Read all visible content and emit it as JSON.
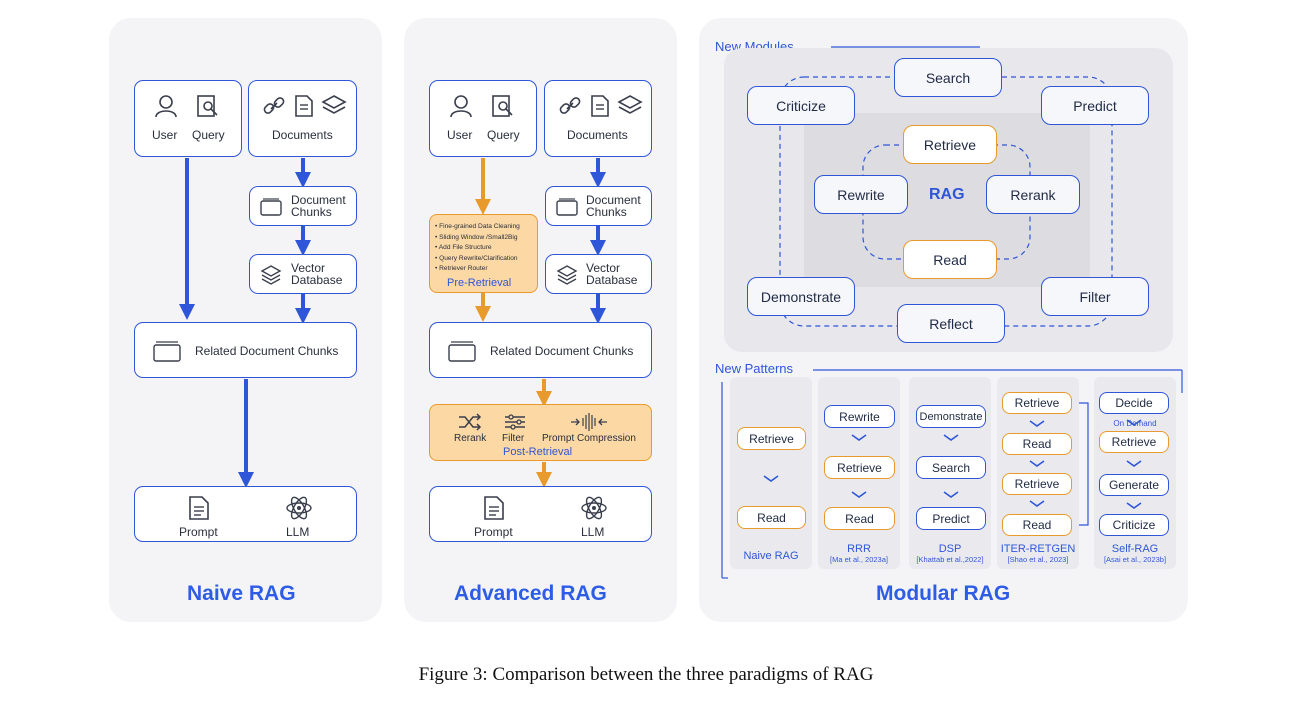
{
  "naive": {
    "user": "User",
    "query": "Query",
    "documents": "Documents",
    "doc_chunks": "Document\nChunks",
    "vector_db": "Vector\nDatabase",
    "related": "Related Document Chunks",
    "prompt": "Prompt",
    "llm": "LLM",
    "title": "Naive RAG"
  },
  "advanced": {
    "user": "User",
    "query": "Query",
    "documents": "Documents",
    "doc_chunks": "Document\nChunks",
    "vector_db": "Vector\nDatabase",
    "pre_items": [
      "Fine-grained Data Cleaning",
      "Sliding Window /Small2Big",
      "Add File Structure",
      "Query Rewrite/Clarification",
      "Retriever Router"
    ],
    "pre_title": "Pre-Retrieval",
    "related": "Related Document Chunks",
    "post_items": [
      "Rerank",
      "Filter",
      "Prompt Compression"
    ],
    "post_title": "Post-Retrieval",
    "prompt": "Prompt",
    "llm": "LLM",
    "title": "Advanced RAG"
  },
  "modular": {
    "new_modules": "New Modules",
    "modules": {
      "search": "Search",
      "criticize": "Criticize",
      "predict": "Predict",
      "retrieve": "Retrieve",
      "rewrite": "Rewrite",
      "rag": "RAG",
      "rerank": "Rerank",
      "read": "Read",
      "demonstrate": "Demonstrate",
      "filter": "Filter",
      "reflect": "Reflect"
    },
    "new_patterns": "New Patterns",
    "patterns": [
      {
        "steps": [
          "Retrieve",
          "Read"
        ],
        "name": "Naive RAG",
        "cite": ""
      },
      {
        "steps": [
          "Rewrite",
          "Retrieve",
          "Read"
        ],
        "name": "RRR",
        "cite": "[Ma et al., 2023a]"
      },
      {
        "steps": [
          "Demonstrate",
          "Search",
          "Predict"
        ],
        "name": "DSP",
        "cite": "[Khattab et al.,2022]"
      },
      {
        "steps": [
          "Retrieve",
          "Read",
          "Retrieve",
          "Read"
        ],
        "name": "ITER-RETGEN",
        "cite": "[Shao et al., 2023]"
      },
      {
        "steps": [
          "Decide",
          "Retrieve",
          "Generate",
          "Criticize"
        ],
        "name": "Self-RAG",
        "cite": "[Asai et al., 2023b]",
        "note": "On Demand"
      }
    ],
    "title": "Modular RAG"
  },
  "caption": "Figure 3: Comparison between the three paradigms of RAG",
  "colors": {
    "blue": "#2f56d9",
    "orange": "#e99a2c",
    "orange_fill": "#fbd8a4",
    "panel": "#f4f4f6"
  }
}
